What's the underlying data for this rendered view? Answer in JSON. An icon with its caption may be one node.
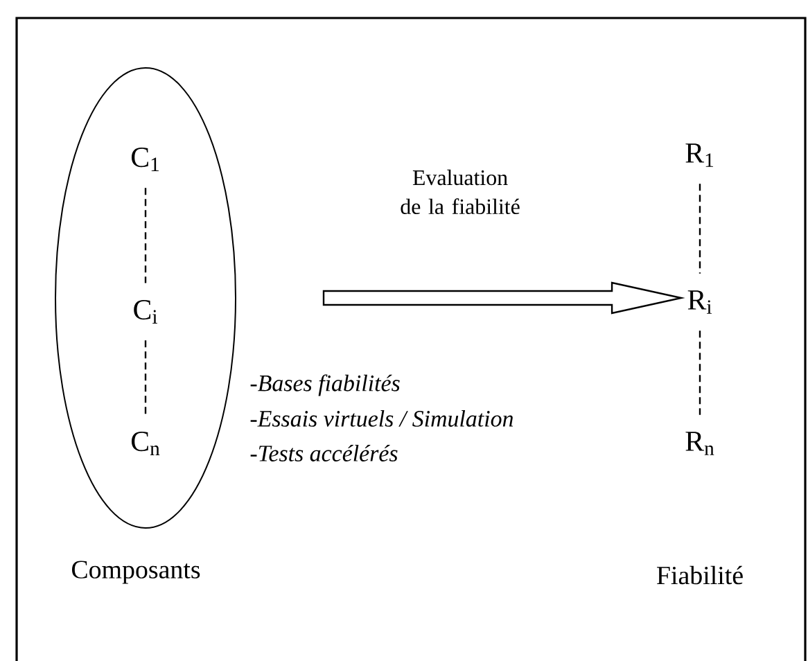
{
  "diagram": {
    "nodes": [
      {
        "text": [
          "Composants"
        ]
      },
      {
        "text": [
          "C$_{1}$"
        ],
        "in": 0
      },
      {
        "text": [
          "C$_{i}$"
        ],
        "in": 0
      },
      {
        "text": [
          "C$_{n}$"
        ],
        "in": 0
      },
      {
        "text": [
          "R$_{1}$"
        ]
      },
      {
        "text": [
          "R$_{i}$"
        ]
      },
      {
        "text": [
          "R$_{n}$"
        ]
      }
    ],
    "edges": [
      {
        "from": 1,
        "to": 2,
        "arrow": "none",
        "style": "dashed"
      },
      {
        "from": 2,
        "to": 3,
        "arrow": "none",
        "style": "dashed"
      },
      {
        "from": 0,
        "to": 5,
        "arrow": "to",
        "style": "thick",
        "label": "Evaluation de la fiabilité"
      },
      {
        "from": 4,
        "to": 5,
        "arrow": "none",
        "style": "dashed"
      },
      {
        "from": 5,
        "to": 6,
        "arrow": "none",
        "style": "dashed"
      }
    ],
    "labels": [
      "-Bases fiabilités",
      "-Essais virtuels / Simulation",
      "-Tests accélérés",
      "Fiabilité"
    ]
  }
}
